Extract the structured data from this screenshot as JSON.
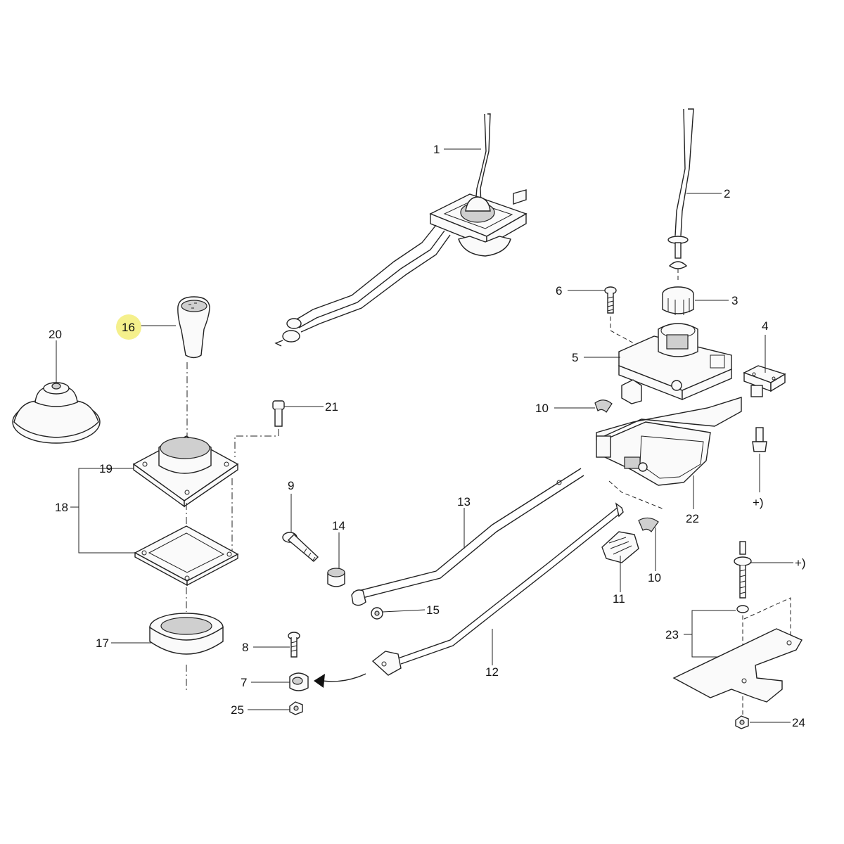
{
  "diagram": {
    "callouts": [
      {
        "id": "c1",
        "label": "1"
      },
      {
        "id": "c2",
        "label": "2"
      },
      {
        "id": "c3",
        "label": "3"
      },
      {
        "id": "c4",
        "label": "4"
      },
      {
        "id": "c5",
        "label": "5"
      },
      {
        "id": "c6",
        "label": "6"
      },
      {
        "id": "c7",
        "label": "7"
      },
      {
        "id": "c8",
        "label": "8"
      },
      {
        "id": "c9",
        "label": "9"
      },
      {
        "id": "c10a",
        "label": "10"
      },
      {
        "id": "c10b",
        "label": "10"
      },
      {
        "id": "c11",
        "label": "11"
      },
      {
        "id": "c12",
        "label": "12"
      },
      {
        "id": "c13",
        "label": "13"
      },
      {
        "id": "c14",
        "label": "14"
      },
      {
        "id": "c15",
        "label": "15"
      },
      {
        "id": "c16",
        "label": "16",
        "highlighted": true
      },
      {
        "id": "c17",
        "label": "17"
      },
      {
        "id": "c18",
        "label": "18"
      },
      {
        "id": "c19",
        "label": "19"
      },
      {
        "id": "c20",
        "label": "20"
      },
      {
        "id": "c21",
        "label": "21"
      },
      {
        "id": "c22",
        "label": "22"
      },
      {
        "id": "c23",
        "label": "23"
      },
      {
        "id": "c24",
        "label": "24"
      },
      {
        "id": "c25",
        "label": "25"
      },
      {
        "id": "cplus1",
        "label": "+)"
      },
      {
        "id": "cplus2",
        "label": "+)"
      }
    ],
    "highlight_color": "#f5f08c"
  }
}
